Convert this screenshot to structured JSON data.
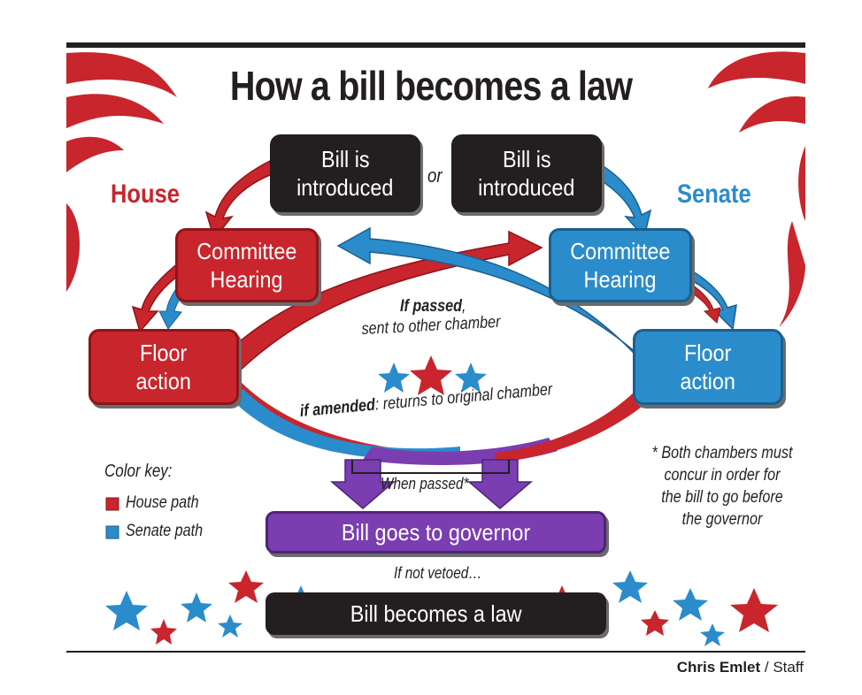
{
  "title": "How a bill becomes a law",
  "house_label": "House",
  "senate_label": "Senate",
  "or_label": "or",
  "introduce_left": [
    "Bill is",
    "introduced"
  ],
  "introduce_right": [
    "Bill is",
    "introduced"
  ],
  "house_committee": [
    "Committee",
    "Hearing"
  ],
  "senate_committee": [
    "Committee",
    "Hearing"
  ],
  "house_floor": [
    "Floor",
    "action"
  ],
  "senate_floor": [
    "Floor",
    "action"
  ],
  "if_passed_bold": "If passed",
  "if_passed_rest": ",",
  "sent_other": "sent to other chamber",
  "if_amended_bold": "if amended",
  "if_amended_rest": ": returns to original chamber",
  "when_passed": "When passed*",
  "governor": "Bill goes to governor",
  "not_vetoed": "If not vetoed…",
  "becomes_law": "Bill becomes a law",
  "color_key": {
    "title": "Color key:",
    "house": "House path",
    "senate": "Senate path"
  },
  "footnote": [
    "* Both chambers must",
    "concur in order for",
    "the bill to go before",
    "the governor"
  ],
  "credit_name": "Chris Emlet",
  "credit_role": " / Staff",
  "colors": {
    "house": "#c9252c",
    "senate": "#2b8ccb",
    "governor": "#7a3eb0",
    "black": "#231f20"
  }
}
